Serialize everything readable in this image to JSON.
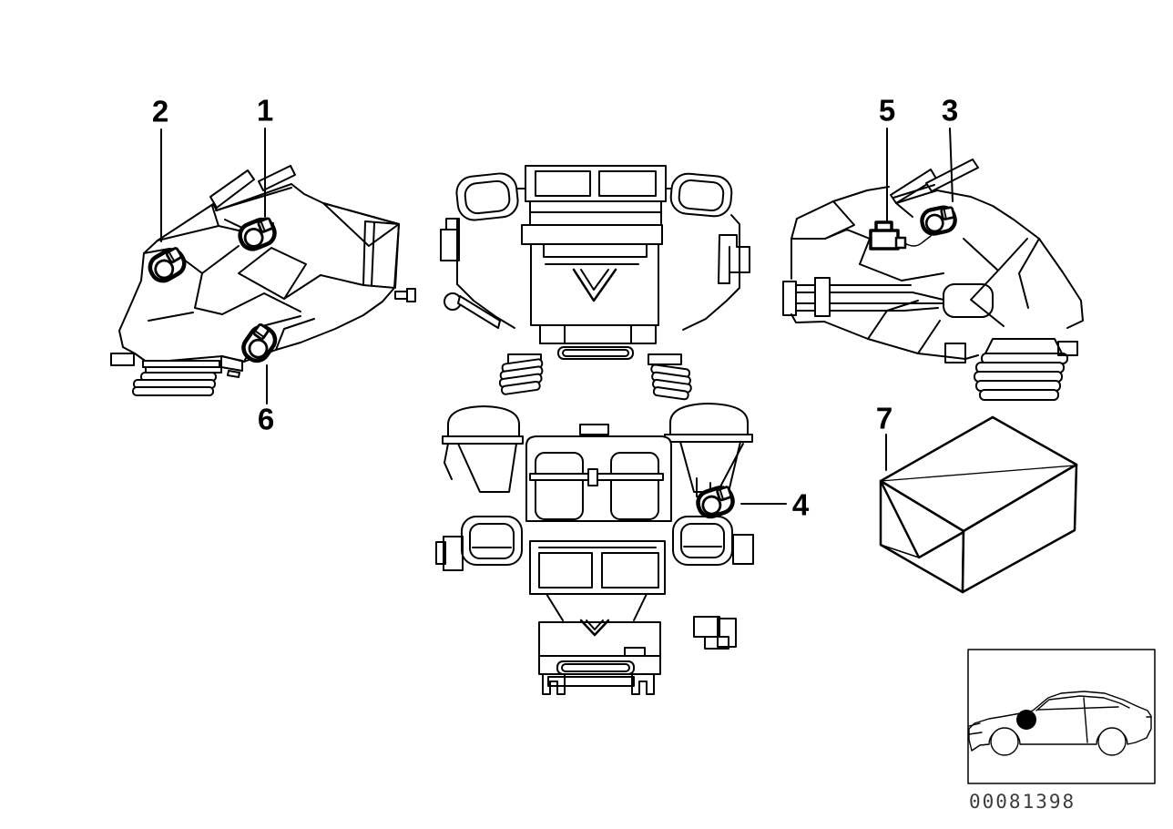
{
  "diagram": {
    "background_color": "#ffffff",
    "line_color": "#000000",
    "marker_color": "#000000",
    "image_number": "00081398",
    "callouts": [
      {
        "label": "1"
      },
      {
        "label": "2"
      },
      {
        "label": "3"
      },
      {
        "label": "4"
      },
      {
        "label": "5"
      },
      {
        "label": "6"
      },
      {
        "label": "7"
      }
    ]
  }
}
